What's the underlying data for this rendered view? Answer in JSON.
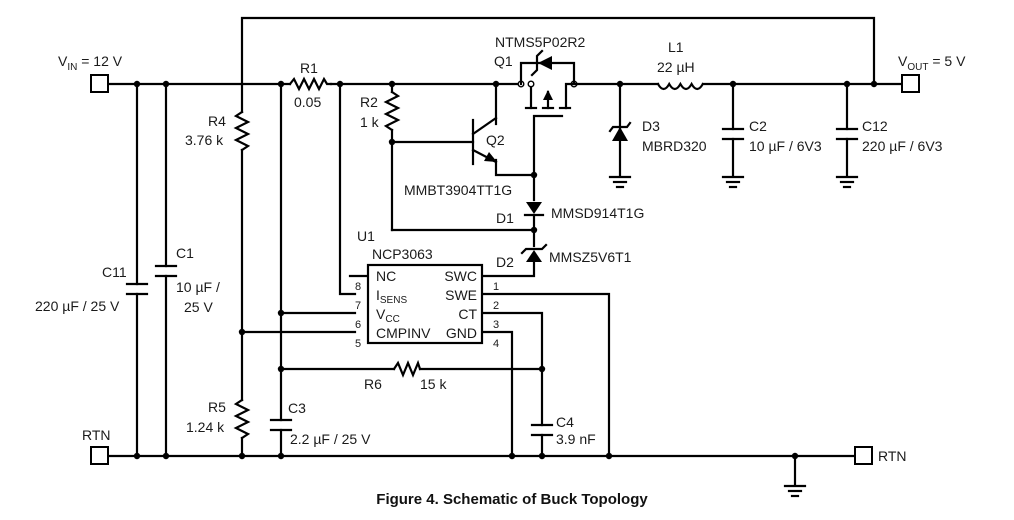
{
  "title": "Schematic of Buck Topology",
  "caption": "Figure 4. Schematic of Buck Topology",
  "terminals": {
    "vin": {
      "main": "V",
      "sub": "IN",
      "rest": " = 12 V"
    },
    "vout": {
      "main": "V",
      "sub": "OUT",
      "rest": " = 5 V"
    },
    "rtn_left": "RTN",
    "rtn_right": "RTN"
  },
  "components": {
    "r1": {
      "ref": "R1",
      "value": "0.05"
    },
    "r2": {
      "ref": "R2",
      "value": "1 k"
    },
    "r4": {
      "ref": "R4",
      "value": "3.76 k"
    },
    "r5": {
      "ref": "R5",
      "value": "1.24 k"
    },
    "r6": {
      "ref": "R6",
      "value": "15 k"
    },
    "c1": {
      "ref": "C1",
      "value_line1": "10 µF /",
      "value_line2": "25 V"
    },
    "c2": {
      "ref": "C2",
      "value": "10 µF / 6V3"
    },
    "c3": {
      "ref": "C3",
      "value": "2.2 µF / 25 V"
    },
    "c4": {
      "ref": "C4",
      "value": "3.9 nF"
    },
    "c11": {
      "ref": "C11",
      "value": "220 µF / 25 V"
    },
    "c12": {
      "ref": "C12",
      "value": "220 µF / 6V3"
    },
    "l1": {
      "ref": "L1",
      "value": "22 µH"
    },
    "q1": {
      "ref": "Q1",
      "part": "NTMS5P02R2"
    },
    "q2": {
      "ref": "Q2",
      "part": "MMBT3904TT1G"
    },
    "d1": {
      "ref": "D1",
      "part": "MMSD914T1G"
    },
    "d2": {
      "ref": "D2",
      "part": "MMSZ5V6T1"
    },
    "d3": {
      "ref": "D3",
      "part": "MBRD320"
    },
    "u1": {
      "ref": "U1",
      "part": "NCP3063",
      "left_pins": [
        {
          "num": "8",
          "name": "NC",
          "sub": ""
        },
        {
          "num": "7",
          "name": "I",
          "sub": "SENS"
        },
        {
          "num": "6",
          "name": "V",
          "sub": "CC"
        },
        {
          "num": "5",
          "name": "CMPINV",
          "sub": ""
        }
      ],
      "right_pins": [
        {
          "num": "1",
          "name": "SWC"
        },
        {
          "num": "2",
          "name": "SWE"
        },
        {
          "num": "3",
          "name": "CT"
        },
        {
          "num": "4",
          "name": "GND"
        }
      ]
    }
  }
}
